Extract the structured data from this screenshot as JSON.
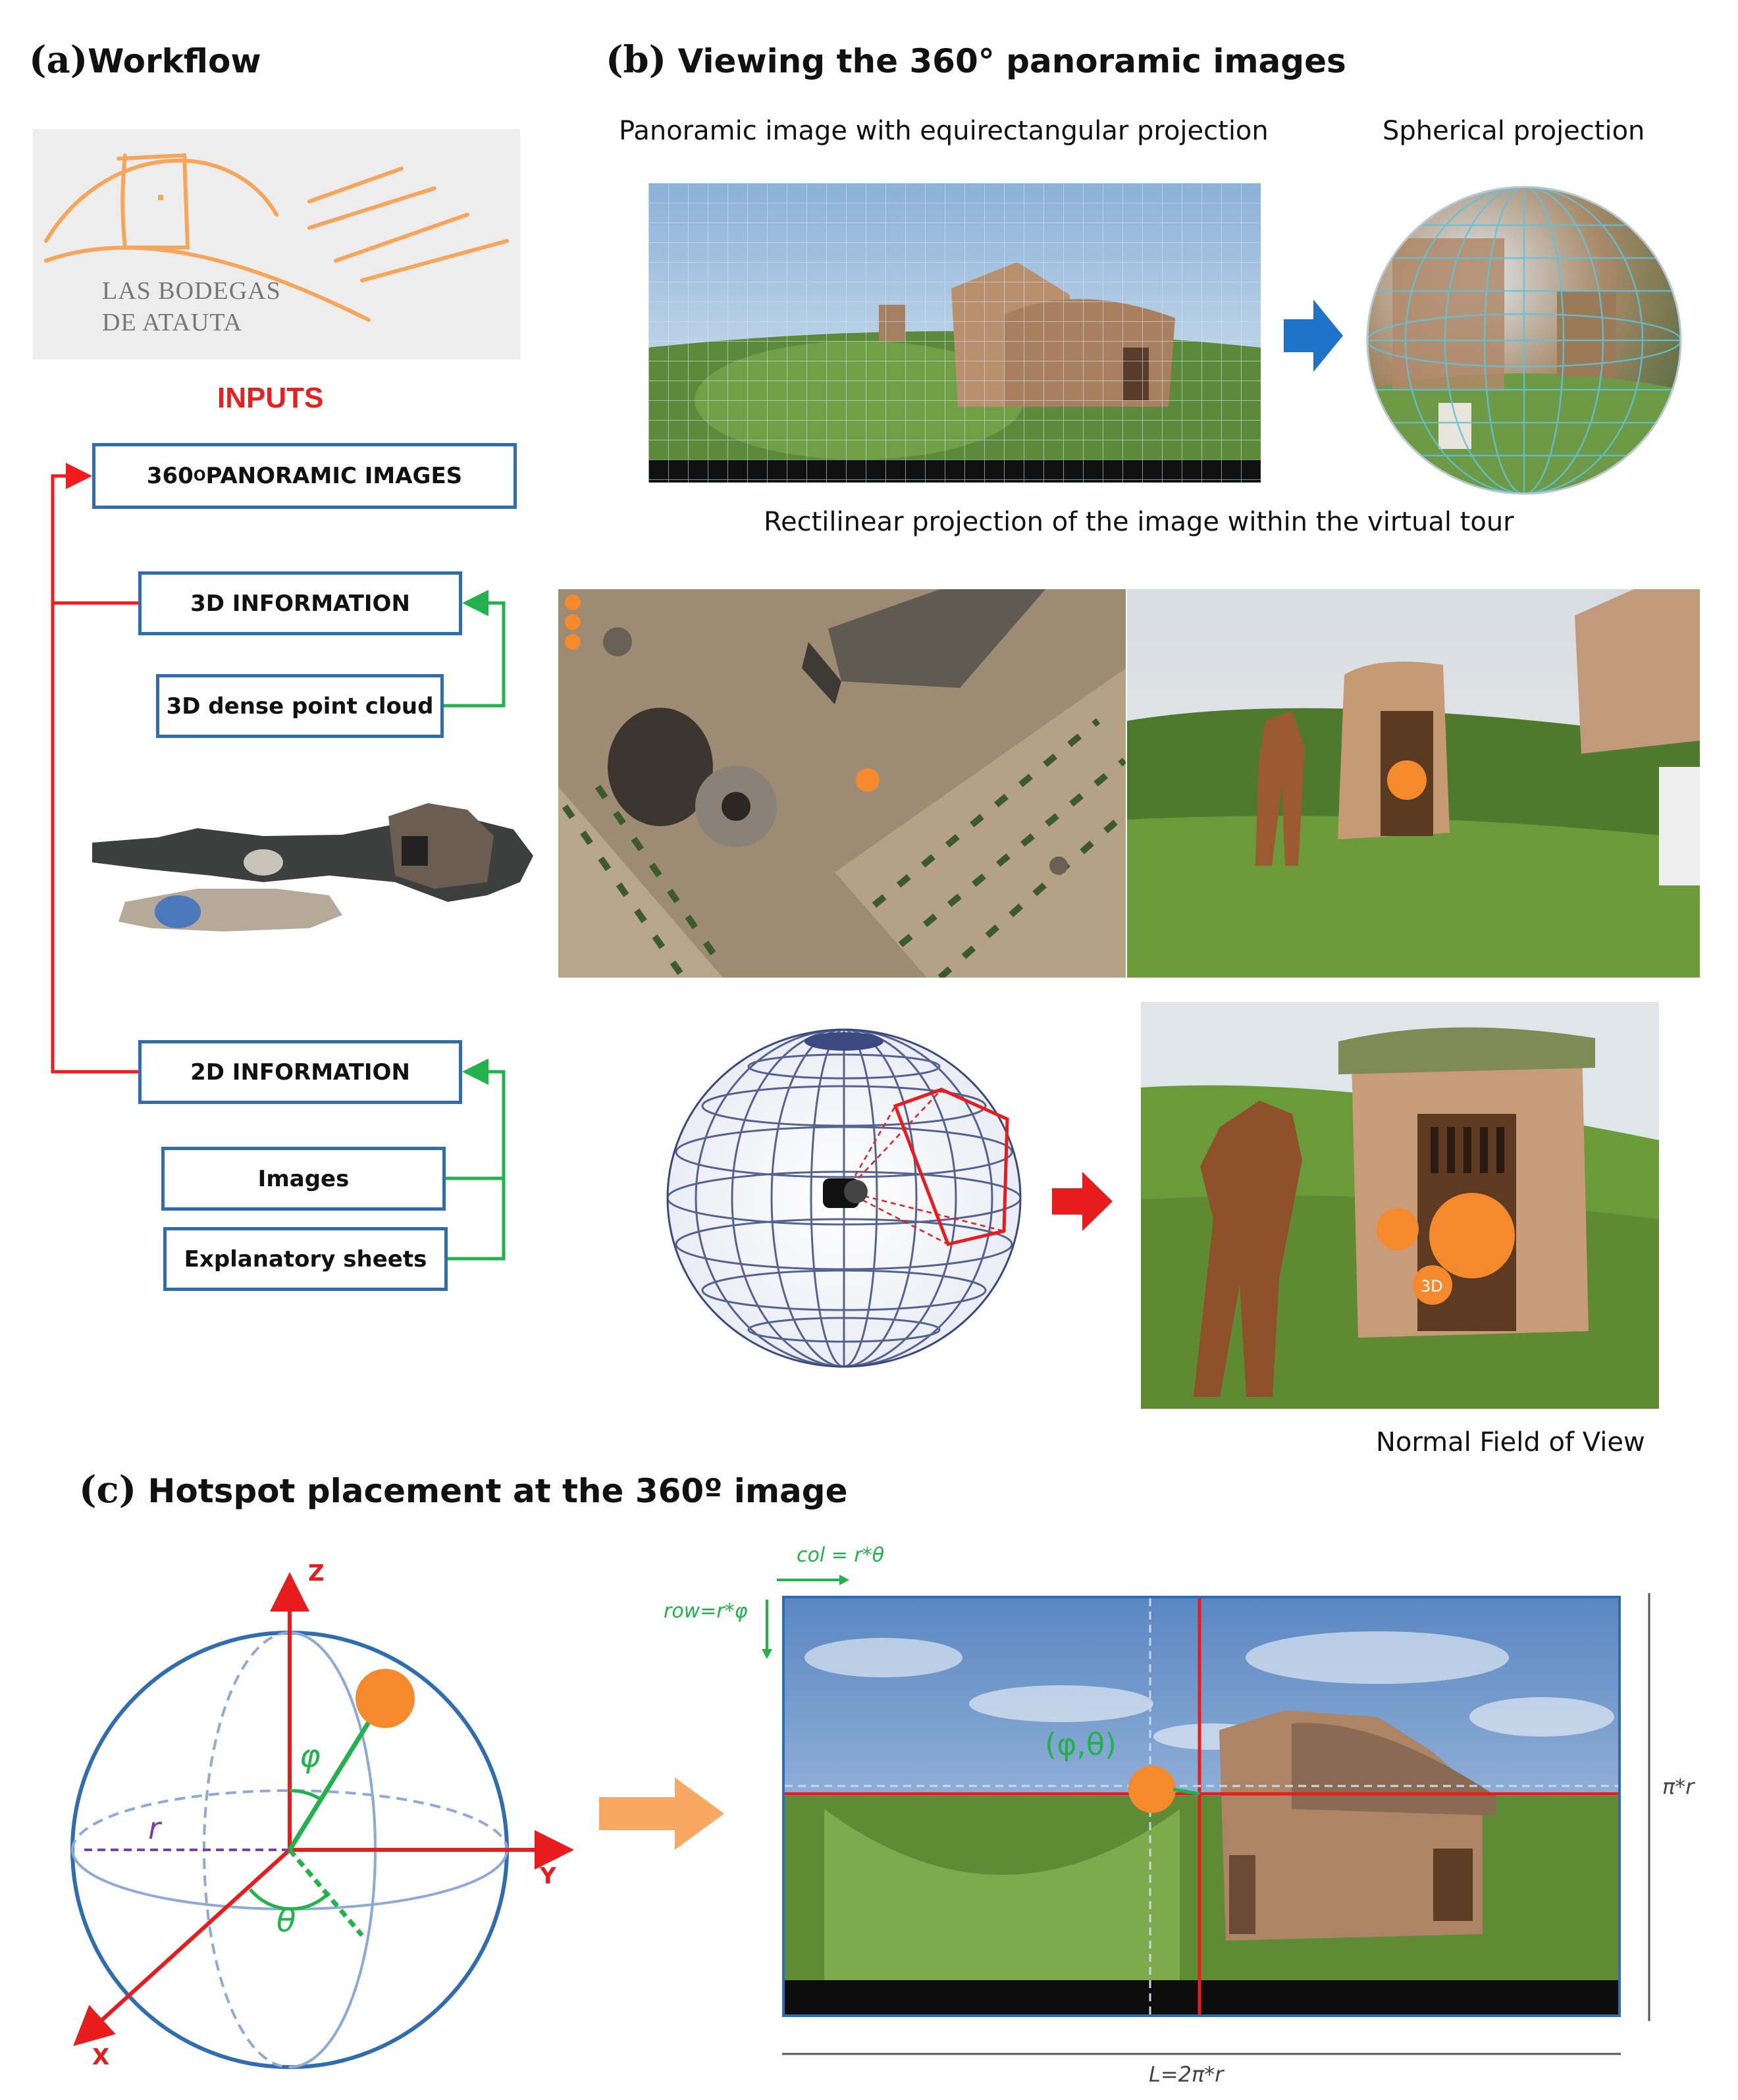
{
  "panel_a": {
    "letter": "(a)",
    "title": "Workflow",
    "logo_line1": "LAS BODEGAS",
    "logo_line2": "DE ATAUTA",
    "inputs_label": "INPUTS",
    "box_panoramic": "360",
    "box_panoramic_sup": "O",
    "box_panoramic_rest": " PANORAMIC IMAGES",
    "box_3d": "3D INFORMATION",
    "box_pointcloud": "3D dense point cloud",
    "box_2d": "2D INFORMATION",
    "box_images": "Images",
    "box_sheets": "Explanatory sheets"
  },
  "panel_b": {
    "letter": "(b)",
    "title": "Viewing the 360° panoramic images",
    "caption_equirect": "Panoramic image with equirectangular projection",
    "caption_spherical": "Spherical projection",
    "caption_rectilinear": "Rectilinear projection of the image within the virtual tour",
    "caption_fov": "Normal Field of View",
    "hotspot_3d": "3D"
  },
  "panel_c": {
    "letter": "(c)",
    "title": "Hotspot placement at the 360º image",
    "axis_z": "Z",
    "axis_y": "Y",
    "axis_x": "X",
    "label_r": "r",
    "label_phi": "φ",
    "label_theta": "θ",
    "col_formula": "col = r*θ",
    "row_formula": "row=r*φ",
    "angle_pair": "(φ,θ)",
    "height_formula": "π*r",
    "length_formula": "L=2π*r"
  },
  "colors": {
    "box_border": "#2f6db0",
    "red_connector": "#ee1c1c",
    "green_connector": "#22b24c",
    "orange_accent": "#f58a2c",
    "blue_arrow": "#1f73c8"
  }
}
